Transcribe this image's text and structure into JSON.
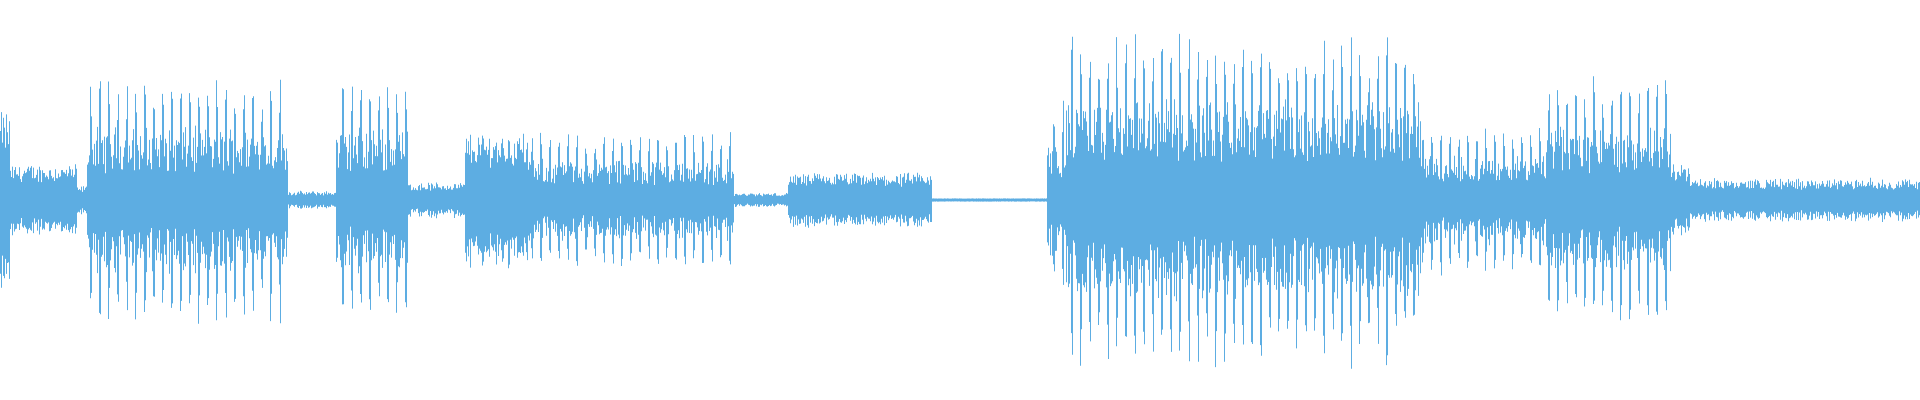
{
  "waveform": {
    "color": "#5dade2",
    "background": "#ffffff",
    "channels": 1,
    "segments": [
      {
        "start": 0.0,
        "end": 0.005,
        "amp": 0.5,
        "kind": "dense"
      },
      {
        "start": 0.005,
        "end": 0.04,
        "amp": 0.2,
        "kind": "dense"
      },
      {
        "start": 0.04,
        "end": 0.045,
        "amp": 0.08,
        "kind": "dense"
      },
      {
        "start": 0.045,
        "end": 0.15,
        "amp": 0.68,
        "kind": "bursty"
      },
      {
        "start": 0.15,
        "end": 0.175,
        "amp": 0.05,
        "kind": "dense"
      },
      {
        "start": 0.175,
        "end": 0.212,
        "amp": 0.68,
        "kind": "bursty"
      },
      {
        "start": 0.212,
        "end": 0.242,
        "amp": 0.1,
        "kind": "dense"
      },
      {
        "start": 0.242,
        "end": 0.275,
        "amp": 0.38,
        "kind": "dense"
      },
      {
        "start": 0.275,
        "end": 0.382,
        "amp": 0.38,
        "kind": "bursty"
      },
      {
        "start": 0.382,
        "end": 0.41,
        "amp": 0.04,
        "kind": "dense"
      },
      {
        "start": 0.41,
        "end": 0.485,
        "amp": 0.15,
        "kind": "dense"
      },
      {
        "start": 0.485,
        "end": 0.545,
        "amp": 0.01,
        "kind": "flat"
      },
      {
        "start": 0.545,
        "end": 0.555,
        "amp": 0.55,
        "kind": "bursty"
      },
      {
        "start": 0.555,
        "end": 0.74,
        "amp": 0.92,
        "kind": "bursty"
      },
      {
        "start": 0.74,
        "end": 0.805,
        "amp": 0.42,
        "kind": "bursty"
      },
      {
        "start": 0.805,
        "end": 0.87,
        "amp": 0.68,
        "kind": "bursty"
      },
      {
        "start": 0.87,
        "end": 0.88,
        "amp": 0.2,
        "kind": "dense"
      },
      {
        "start": 0.88,
        "end": 1.0,
        "amp": 0.12,
        "kind": "dense"
      }
    ]
  }
}
